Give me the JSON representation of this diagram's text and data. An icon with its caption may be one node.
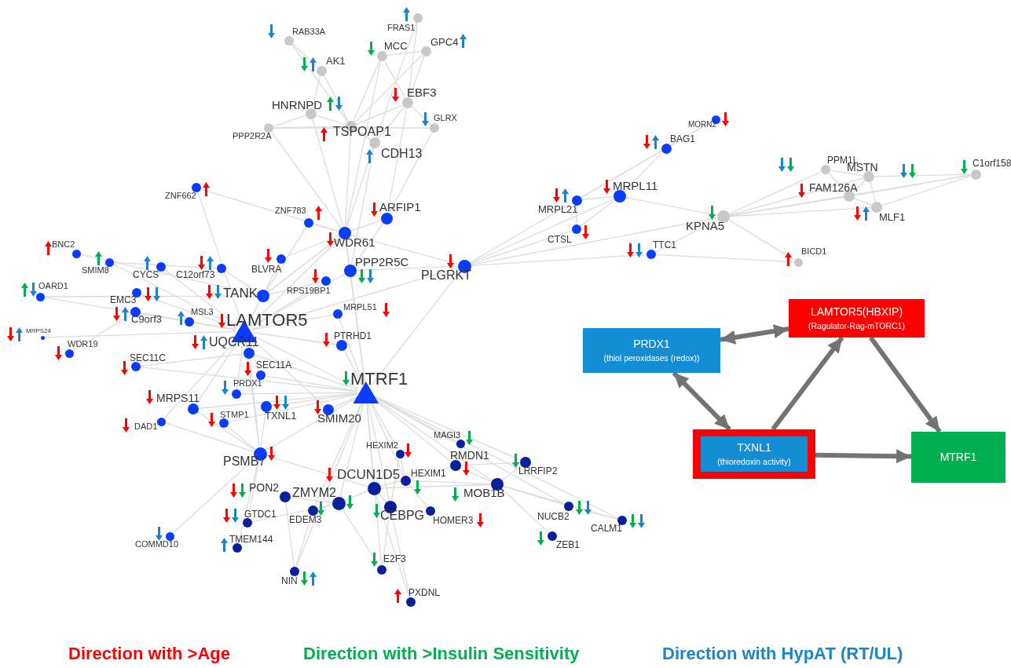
{
  "diagram": {
    "nodes": [
      {
        "text": [],
        "shape": "circle",
        "beside": [
          "RAB33A"
        ]
      },
      {
        "text": [],
        "shape": "circle",
        "beside": [
          "FRAS1"
        ]
      },
      {
        "text": [],
        "shape": "circle",
        "beside": [
          "GPC4"
        ]
      },
      {
        "text": [],
        "shape": "circle",
        "beside": [
          "MCC"
        ]
      },
      {
        "text": [],
        "shape": "circle",
        "beside": [
          "AK1"
        ]
      },
      {
        "text": [],
        "shape": "circle",
        "beside": [
          "EBF3"
        ]
      },
      {
        "text": [],
        "shape": "circle",
        "beside": [
          "HNRNPD"
        ]
      },
      {
        "text": [],
        "shape": "circle",
        "beside": [
          "GLRX"
        ]
      },
      {
        "text": [],
        "shape": "circle",
        "beside": [
          "PPP2R2A"
        ]
      },
      {
        "text": [],
        "shape": "circle",
        "beside": [
          "TSPOAP1"
        ]
      },
      {
        "text": [],
        "shape": "circle",
        "beside": [
          "CDH13"
        ]
      },
      {
        "text": [],
        "shape": "circle",
        "beside": [
          "ZNF662"
        ]
      },
      {
        "text": [],
        "shape": "circle",
        "beside": [
          "ZNF783"
        ]
      },
      {
        "text": [],
        "shape": "circle",
        "beside": [
          "ARFIP1"
        ]
      },
      {
        "text": [],
        "shape": "circle",
        "beside": [
          "WDR61"
        ]
      },
      {
        "text": [],
        "shape": "circle",
        "beside": [
          "BNC2"
        ]
      },
      {
        "text": [],
        "shape": "circle",
        "beside": [
          "SMIM8"
        ]
      },
      {
        "text": [],
        "shape": "circle",
        "beside": [
          "CYCS"
        ]
      },
      {
        "text": [],
        "shape": "circle",
        "beside": [
          "C12orf73"
        ]
      },
      {
        "text": [],
        "shape": "circle",
        "beside": [
          "BLVRA"
        ]
      },
      {
        "text": [],
        "shape": "circle",
        "beside": [
          "PPP2R5C"
        ]
      },
      {
        "text": [],
        "shape": "circle",
        "beside": [
          "PLGRKT"
        ]
      },
      {
        "text": [],
        "shape": "circle",
        "beside": [
          "RPS19BP1"
        ]
      },
      {
        "text": [],
        "shape": "circle",
        "beside": [
          "OARD1"
        ]
      },
      {
        "text": [],
        "shape": "circle",
        "beside": [
          "EMC3"
        ]
      },
      {
        "text": [],
        "shape": "circle",
        "beside": [
          "TANK"
        ]
      },
      {
        "text": [],
        "shape": "circle",
        "beside": [
          "C9orf3"
        ]
      },
      {
        "text": [],
        "shape": "circle",
        "beside": [
          "MSL3"
        ]
      },
      {
        "text": [],
        "shape": "circle",
        "beside": [
          "MRPS24"
        ]
      },
      {
        "text": [],
        "shape": "circle",
        "beside": [
          "MRPL51"
        ]
      },
      {
        "text": [],
        "shape": "triangle",
        "beside": [
          "LAMTOR5"
        ]
      },
      {
        "text": [],
        "shape": "circle",
        "beside": [
          "WDR19"
        ]
      },
      {
        "text": [],
        "shape": "circle",
        "beside": [
          "UQCR11"
        ]
      },
      {
        "text": [],
        "shape": "circle",
        "beside": [
          "PTRHD1"
        ]
      },
      {
        "text": [],
        "shape": "circle",
        "beside": [
          "SEC11C"
        ]
      },
      {
        "text": [],
        "shape": "circle",
        "beside": [
          "SEC11A"
        ]
      },
      {
        "text": [],
        "shape": "triangle",
        "beside": [
          "MTRF1"
        ]
      },
      {
        "text": [],
        "shape": "circle",
        "beside": [
          "PRDX1"
        ]
      },
      {
        "text": [],
        "shape": "circle",
        "beside": [
          "MRPS11"
        ]
      },
      {
        "text": [],
        "shape": "circle",
        "beside": [
          "TXNL1"
        ]
      },
      {
        "text": [],
        "shape": "circle",
        "beside": [
          "SMIM20"
        ]
      },
      {
        "text": [],
        "shape": "circle",
        "beside": [
          "DAD1"
        ]
      },
      {
        "text": [],
        "shape": "circle",
        "beside": [
          "STMP1"
        ]
      },
      {
        "text": [],
        "shape": "circle",
        "beside": [
          "PSMB7"
        ]
      },
      {
        "text": [],
        "shape": "circle",
        "beside": [
          "MAGI3"
        ]
      },
      {
        "text": [],
        "shape": "circle",
        "beside": [
          "HEXIM2"
        ]
      },
      {
        "text": [],
        "shape": "circle",
        "beside": [
          "RMDN1"
        ]
      },
      {
        "text": [],
        "shape": "circle",
        "beside": [
          "LRRFIP2"
        ]
      },
      {
        "text": [],
        "shape": "circle",
        "beside": [
          "DCUN1D5"
        ]
      },
      {
        "text": [],
        "shape": "circle",
        "beside": [
          "HEXIM1"
        ]
      },
      {
        "text": [],
        "shape": "circle",
        "beside": [
          "MOB1B"
        ]
      },
      {
        "text": [],
        "shape": "circle",
        "beside": [
          "PON2"
        ]
      },
      {
        "text": [],
        "shape": "circle",
        "beside": [
          "ZMYM2"
        ]
      },
      {
        "text": [],
        "shape": "circle",
        "beside": [
          "EDEM3"
        ]
      },
      {
        "text": [],
        "shape": "circle",
        "beside": [
          "CEBPG"
        ]
      },
      {
        "text": [],
        "shape": "circle",
        "beside": [
          "HOMER3"
        ]
      },
      {
        "text": [],
        "shape": "circle",
        "beside": [
          "GTDC1"
        ]
      },
      {
        "text": [],
        "shape": "circle",
        "beside": [
          "NUCB2"
        ]
      },
      {
        "text": [],
        "shape": "circle",
        "beside": [
          "CALM1"
        ]
      },
      {
        "text": [],
        "shape": "circle",
        "beside": [
          "ZEB1"
        ]
      },
      {
        "text": [],
        "shape": "circle",
        "beside": [
          "COMMD10"
        ]
      },
      {
        "text": [],
        "shape": "circle",
        "beside": [
          "TMEM144"
        ]
      },
      {
        "text": [],
        "shape": "circle",
        "beside": [
          "E2F3"
        ]
      },
      {
        "text": [],
        "shape": "circle",
        "beside": [
          "NIN"
        ]
      },
      {
        "text": [],
        "shape": "circle",
        "beside": [
          "PXDNL"
        ]
      },
      {
        "text": [],
        "shape": "circle",
        "beside": [
          "MORN2"
        ]
      },
      {
        "text": [],
        "shape": "circle",
        "beside": [
          "BAG1"
        ]
      },
      {
        "text": [],
        "shape": "circle",
        "beside": [
          "MRPL11"
        ]
      },
      {
        "text": [],
        "shape": "circle",
        "beside": [
          "MRPL21"
        ]
      },
      {
        "text": [],
        "shape": "circle",
        "beside": [
          "CTSL"
        ]
      },
      {
        "text": [],
        "shape": "circle",
        "beside": [
          "TTC1"
        ]
      },
      {
        "text": [],
        "shape": "circle",
        "beside": [
          "PPM1L"
        ]
      },
      {
        "text": [],
        "shape": "circle",
        "beside": [
          "MSTN"
        ]
      },
      {
        "text": [],
        "shape": "circle",
        "beside": [
          "C1orf158"
        ]
      },
      {
        "text": [],
        "shape": "circle",
        "beside": [
          "FAM126A"
        ]
      },
      {
        "text": [],
        "shape": "circle",
        "beside": [
          "MLF1"
        ]
      },
      {
        "text": [],
        "shape": "circle",
        "beside": [
          "KPNA5"
        ]
      },
      {
        "text": [],
        "shape": "circle",
        "beside": [
          "BICD1"
        ]
      },
      {
        "text": [
          "PRDX1",
          "(thiol peroxidases (redox))"
        ]
      },
      {
        "text": [
          "LAMTOR5(HBXIP)",
          "(Ragulator-Rag-mTORC1)"
        ]
      },
      {
        "text": [],
        "shape": "box"
      },
      {
        "text": [
          "TXNL1",
          "(thioredoxin activity)"
        ],
        "in": 80
      },
      {
        "text": [
          "MTRF1"
        ]
      }
    ],
    "edges": [
      {
        "from": 0,
        "to": 4,
        "arrow": "none"
      },
      {
        "from": 0,
        "to": 9,
        "arrow": "none"
      },
      {
        "from": 4,
        "to": 6,
        "arrow": "none"
      },
      {
        "from": 4,
        "to": 9,
        "arrow": "none"
      },
      {
        "from": 3,
        "to": 2,
        "arrow": "none"
      },
      {
        "from": 3,
        "to": 9,
        "arrow": "none"
      },
      {
        "from": 3,
        "to": 5,
        "arrow": "none"
      },
      {
        "from": 1,
        "to": 5,
        "arrow": "none"
      },
      {
        "from": 1,
        "to": 10,
        "arrow": "none"
      },
      {
        "from": 2,
        "to": 5,
        "arrow": "none"
      },
      {
        "from": 2,
        "to": 9,
        "arrow": "none"
      },
      {
        "from": 5,
        "to": 9,
        "arrow": "none"
      },
      {
        "from": 5,
        "to": 7,
        "arrow": "none"
      },
      {
        "from": 5,
        "to": 10,
        "arrow": "none"
      },
      {
        "from": 6,
        "to": 8,
        "arrow": "none"
      },
      {
        "from": 6,
        "to": 9,
        "arrow": "none"
      },
      {
        "from": 6,
        "to": 14,
        "arrow": "none"
      },
      {
        "from": 8,
        "to": 9,
        "arrow": "none"
      },
      {
        "from": 8,
        "to": 7,
        "arrow": "none"
      },
      {
        "from": 8,
        "to": 14,
        "arrow": "none"
      },
      {
        "from": 9,
        "to": 14,
        "arrow": "none"
      },
      {
        "from": 9,
        "to": 10,
        "arrow": "none"
      },
      {
        "from": 10,
        "to": 14,
        "arrow": "none"
      },
      {
        "from": 10,
        "to": 20,
        "arrow": "none"
      },
      {
        "from": 5,
        "to": 13,
        "arrow": "none"
      },
      {
        "from": 7,
        "to": 13,
        "arrow": "none"
      },
      {
        "from": 3,
        "to": 14,
        "arrow": "none"
      },
      {
        "from": 11,
        "to": 14,
        "arrow": "none"
      },
      {
        "from": 11,
        "to": 30,
        "arrow": "none"
      },
      {
        "from": 12,
        "to": 14,
        "arrow": "none"
      },
      {
        "from": 12,
        "to": 25,
        "arrow": "none"
      },
      {
        "from": 13,
        "to": 14,
        "arrow": "none"
      },
      {
        "from": 13,
        "to": 20,
        "arrow": "none"
      },
      {
        "from": 14,
        "to": 25,
        "arrow": "none"
      },
      {
        "from": 14,
        "to": 21,
        "arrow": "none"
      },
      {
        "from": 14,
        "to": 20,
        "arrow": "none"
      },
      {
        "from": 14,
        "to": 30,
        "arrow": "none"
      },
      {
        "from": 14,
        "to": 36,
        "arrow": "none"
      },
      {
        "from": 15,
        "to": 25,
        "arrow": "none"
      },
      {
        "from": 16,
        "to": 18,
        "arrow": "none"
      },
      {
        "from": 16,
        "to": 30,
        "arrow": "none"
      },
      {
        "from": 17,
        "to": 30,
        "arrow": "none"
      },
      {
        "from": 18,
        "to": 25,
        "arrow": "none"
      },
      {
        "from": 19,
        "to": 14,
        "arrow": "none"
      },
      {
        "from": 19,
        "to": 30,
        "arrow": "none"
      },
      {
        "from": 20,
        "to": 21,
        "arrow": "none"
      },
      {
        "from": 20,
        "to": 36,
        "arrow": "none"
      },
      {
        "from": 20,
        "to": 30,
        "arrow": "none"
      },
      {
        "from": 21,
        "to": 30,
        "arrow": "none"
      },
      {
        "from": 21,
        "to": 36,
        "arrow": "none"
      },
      {
        "from": 21,
        "to": 67,
        "arrow": "none"
      },
      {
        "from": 21,
        "to": 68,
        "arrow": "none"
      },
      {
        "from": 21,
        "to": 69,
        "arrow": "none"
      },
      {
        "from": 21,
        "to": 70,
        "arrow": "none"
      },
      {
        "from": 21,
        "to": 76,
        "arrow": "none"
      },
      {
        "from": 22,
        "to": 25,
        "arrow": "none"
      },
      {
        "from": 22,
        "to": 30,
        "arrow": "none"
      },
      {
        "from": 23,
        "to": 25,
        "arrow": "none"
      },
      {
        "from": 23,
        "to": 30,
        "arrow": "none"
      },
      {
        "from": 24,
        "to": 30,
        "arrow": "none"
      },
      {
        "from": 26,
        "to": 30,
        "arrow": "none"
      },
      {
        "from": 26,
        "to": 31,
        "arrow": "none"
      },
      {
        "from": 27,
        "to": 30,
        "arrow": "none"
      },
      {
        "from": 28,
        "to": 30,
        "arrow": "none"
      },
      {
        "from": 29,
        "to": 30,
        "arrow": "none"
      },
      {
        "from": 29,
        "to": 36,
        "arrow": "none"
      },
      {
        "from": 30,
        "to": 32,
        "arrow": "none"
      },
      {
        "from": 30,
        "to": 33,
        "arrow": "none"
      },
      {
        "from": 30,
        "to": 36,
        "arrow": "none"
      },
      {
        "from": 30,
        "to": 40,
        "arrow": "none"
      },
      {
        "from": 30,
        "to": 43,
        "arrow": "none"
      },
      {
        "from": 30,
        "to": 37,
        "arrow": "none"
      },
      {
        "from": 32,
        "to": 34,
        "arrow": "none"
      },
      {
        "from": 32,
        "to": 43,
        "arrow": "none"
      },
      {
        "from": 32,
        "to": 36,
        "arrow": "none"
      },
      {
        "from": 33,
        "to": 36,
        "arrow": "none"
      },
      {
        "from": 34,
        "to": 36,
        "arrow": "none"
      },
      {
        "from": 35,
        "to": 36,
        "arrow": "none"
      },
      {
        "from": 35,
        "to": 30,
        "arrow": "none"
      },
      {
        "from": 37,
        "to": 36,
        "arrow": "none"
      },
      {
        "from": 38,
        "to": 30,
        "arrow": "none"
      },
      {
        "from": 38,
        "to": 43,
        "arrow": "none"
      },
      {
        "from": 38,
        "to": 36,
        "arrow": "none"
      },
      {
        "from": 39,
        "to": 36,
        "arrow": "none"
      },
      {
        "from": 39,
        "to": 43,
        "arrow": "none"
      },
      {
        "from": 40,
        "to": 36,
        "arrow": "none"
      },
      {
        "from": 41,
        "to": 30,
        "arrow": "none"
      },
      {
        "from": 41,
        "to": 43,
        "arrow": "none"
      },
      {
        "from": 42,
        "to": 43,
        "arrow": "none"
      },
      {
        "from": 42,
        "to": 36,
        "arrow": "none"
      },
      {
        "from": 43,
        "to": 36,
        "arrow": "none"
      },
      {
        "from": 43,
        "to": 48,
        "arrow": "none"
      },
      {
        "from": 43,
        "to": 60,
        "arrow": "none"
      },
      {
        "from": 43,
        "to": 61,
        "arrow": "none"
      },
      {
        "from": 43,
        "to": 56,
        "arrow": "none"
      },
      {
        "from": 36,
        "to": 44,
        "arrow": "none"
      },
      {
        "from": 36,
        "to": 45,
        "arrow": "none"
      },
      {
        "from": 36,
        "to": 46,
        "arrow": "none"
      },
      {
        "from": 36,
        "to": 47,
        "arrow": "none"
      },
      {
        "from": 36,
        "to": 48,
        "arrow": "none"
      },
      {
        "from": 36,
        "to": 49,
        "arrow": "none"
      },
      {
        "from": 36,
        "to": 50,
        "arrow": "none"
      },
      {
        "from": 36,
        "to": 52,
        "arrow": "none"
      },
      {
        "from": 36,
        "to": 54,
        "arrow": "none"
      },
      {
        "from": 36,
        "to": 57,
        "arrow": "none"
      },
      {
        "from": 36,
        "to": 58,
        "arrow": "none"
      },
      {
        "from": 36,
        "to": 53,
        "arrow": "none"
      },
      {
        "from": 36,
        "to": 63,
        "arrow": "none"
      },
      {
        "from": 36,
        "to": 62,
        "arrow": "none"
      },
      {
        "from": 46,
        "to": 47,
        "arrow": "none"
      },
      {
        "from": 46,
        "to": 50,
        "arrow": "none"
      },
      {
        "from": 46,
        "to": 48,
        "arrow": "none"
      },
      {
        "from": 49,
        "to": 50,
        "arrow": "none"
      },
      {
        "from": 49,
        "to": 55,
        "arrow": "none"
      },
      {
        "from": 45,
        "to": 54,
        "arrow": "none"
      },
      {
        "from": 45,
        "to": 49,
        "arrow": "none"
      },
      {
        "from": 48,
        "to": 52,
        "arrow": "none"
      },
      {
        "from": 48,
        "to": 54,
        "arrow": "none"
      },
      {
        "from": 48,
        "to": 50,
        "arrow": "none"
      },
      {
        "from": 52,
        "to": 53,
        "arrow": "none"
      },
      {
        "from": 52,
        "to": 51,
        "arrow": "none"
      },
      {
        "from": 52,
        "to": 62,
        "arrow": "none"
      },
      {
        "from": 51,
        "to": 63,
        "arrow": "none"
      },
      {
        "from": 53,
        "to": 63,
        "arrow": "none"
      },
      {
        "from": 54,
        "to": 62,
        "arrow": "none"
      },
      {
        "from": 54,
        "to": 64,
        "arrow": "none"
      },
      {
        "from": 48,
        "to": 64,
        "arrow": "none"
      },
      {
        "from": 50,
        "to": 57,
        "arrow": "none"
      },
      {
        "from": 50,
        "to": 59,
        "arrow": "none"
      },
      {
        "from": 50,
        "to": 58,
        "arrow": "none"
      },
      {
        "from": 57,
        "to": 58,
        "arrow": "none"
      },
      {
        "from": 47,
        "to": 50,
        "arrow": "none"
      },
      {
        "from": 56,
        "to": 52,
        "arrow": "none"
      },
      {
        "from": 65,
        "to": 66,
        "arrow": "none"
      },
      {
        "from": 65,
        "to": 68,
        "arrow": "none"
      },
      {
        "from": 66,
        "to": 67,
        "arrow": "none"
      },
      {
        "from": 66,
        "to": 68,
        "arrow": "none"
      },
      {
        "from": 67,
        "to": 68,
        "arrow": "none"
      },
      {
        "from": 67,
        "to": 69,
        "arrow": "none"
      },
      {
        "from": 68,
        "to": 69,
        "arrow": "none"
      },
      {
        "from": 67,
        "to": 76,
        "arrow": "none"
      },
      {
        "from": 70,
        "to": 76,
        "arrow": "none"
      },
      {
        "from": 70,
        "to": 77,
        "arrow": "none"
      },
      {
        "from": 76,
        "to": 77,
        "arrow": "none"
      },
      {
        "from": 76,
        "to": 71,
        "arrow": "none"
      },
      {
        "from": 76,
        "to": 72,
        "arrow": "none"
      },
      {
        "from": 76,
        "to": 74,
        "arrow": "none"
      },
      {
        "from": 76,
        "to": 75,
        "arrow": "none"
      },
      {
        "from": 76,
        "to": 73,
        "arrow": "none"
      },
      {
        "from": 71,
        "to": 72,
        "arrow": "none"
      },
      {
        "from": 71,
        "to": 74,
        "arrow": "none"
      },
      {
        "from": 72,
        "to": 74,
        "arrow": "none"
      },
      {
        "from": 72,
        "to": 75,
        "arrow": "none"
      },
      {
        "from": 72,
        "to": 73,
        "arrow": "none"
      },
      {
        "from": 74,
        "to": 75,
        "arrow": "none"
      },
      {
        "from": 74,
        "to": 73,
        "arrow": "none"
      },
      {
        "from": 75,
        "to": 73,
        "arrow": "none"
      },
      {
        "from": 78,
        "to": 79,
        "arrow": "both",
        "style": "thick",
        "color": "#737373"
      },
      {
        "from": 78,
        "to": 80,
        "arrow": "both",
        "style": "thick",
        "color": "#737373"
      },
      {
        "from": 80,
        "to": 79,
        "arrow": "to",
        "style": "thick",
        "color": "#737373"
      },
      {
        "from": 79,
        "to": 82,
        "arrow": "to",
        "style": "thick",
        "color": "#737373"
      },
      {
        "from": 80,
        "to": 82,
        "arrow": "to",
        "style": "thick",
        "color": "#737373"
      }
    ],
    "legend": [
      {
        "text": "Direction with >Age",
        "color": "#ff0000"
      },
      {
        "text": "Direction with >Insulin Sensitivity",
        "color": "#00b050"
      },
      {
        "text": "Direction with HypAT (RT/UL)",
        "color": "#1a85c8"
      }
    ]
  }
}
